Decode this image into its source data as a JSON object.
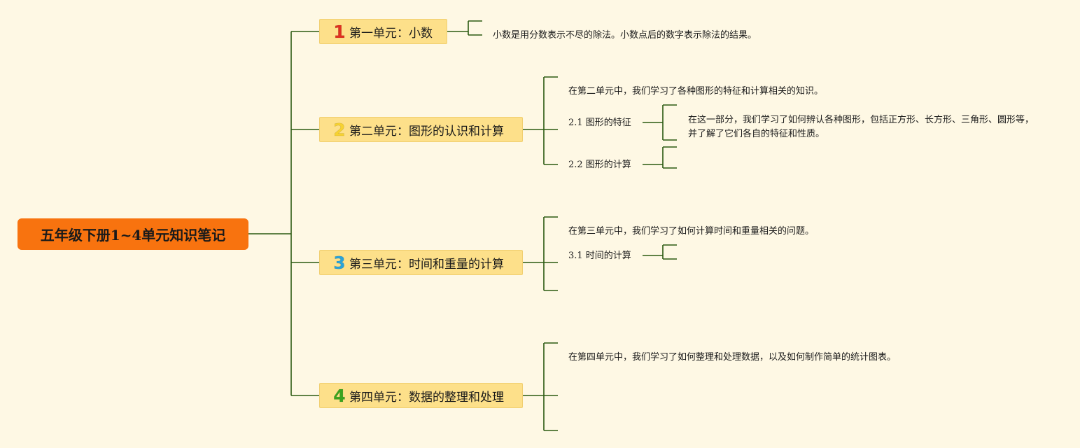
{
  "title": "五年级下册1~4单元知识笔记",
  "colors": {
    "background": "#fef8e4",
    "root": "#f8730f",
    "unit_box": "#fde08a",
    "connector": "#2b5a12",
    "num1": "#e03020",
    "num2": "#f7d232",
    "num3": "#2aa3d8",
    "num4": "#3aa41d"
  },
  "units": [
    {
      "number": "1",
      "label": "第一单元：小数",
      "note": "小数是用分数表示不尽的除法。小数点后的数字表示除法的结果。"
    },
    {
      "number": "2",
      "label": "第二单元：图形的认识和计算",
      "note": "在第二单元中，我们学习了各种图形的特征和计算相关的知识。",
      "subs": [
        {
          "label": "2.1 图形的特征",
          "note": "在这一部分，我们学习了如何辨认各种图形，包括正方形、长方形、三角形、圆形等，并了解了它们各自的特征和性质。"
        },
        {
          "label": "2.2 图形的计算"
        }
      ]
    },
    {
      "number": "3",
      "label": "第三单元：时间和重量的计算",
      "note": "在第三单元中，我们学习了如何计算时间和重量相关的问题。",
      "subs": [
        {
          "label": "3.1 时间的计算"
        }
      ]
    },
    {
      "number": "4",
      "label": "第四单元：数据的整理和处理",
      "note": "在第四单元中，我们学习了如何整理和处理数据，以及如何制作简单的统计图表。"
    }
  ]
}
